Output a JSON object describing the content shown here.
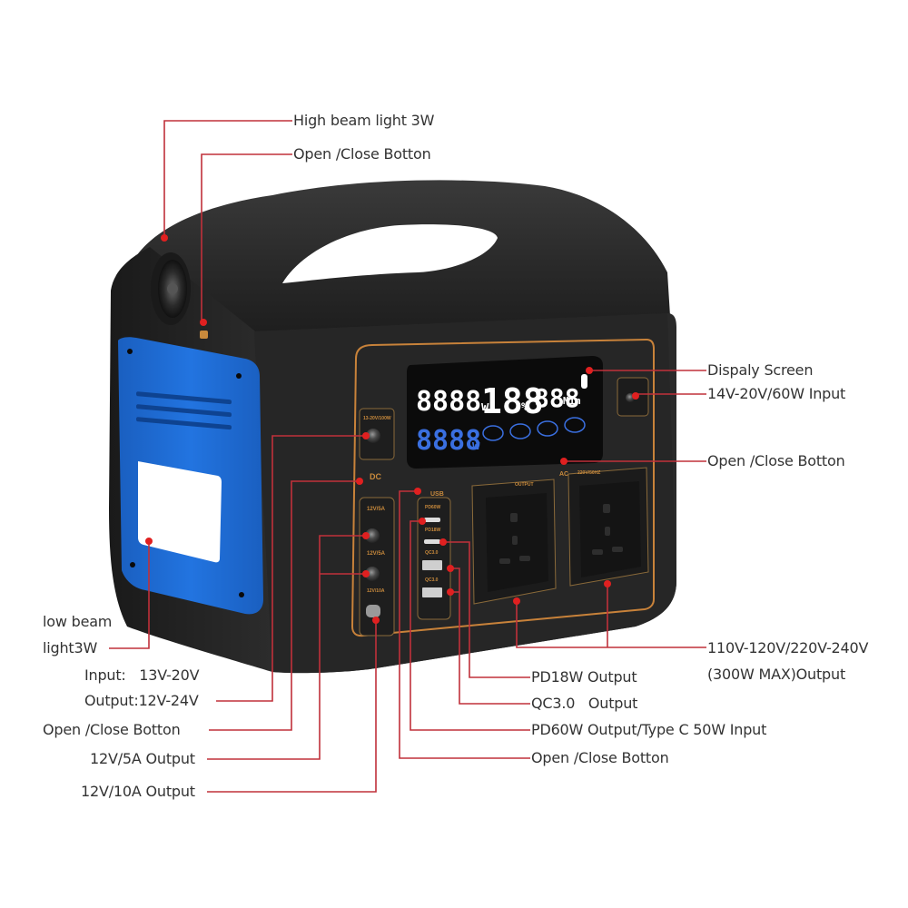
{
  "colors": {
    "body": "#2b2b2b",
    "body_dark": "#1f1f1f",
    "side_panel": "#1f6ed6",
    "trim": "#c8823a",
    "leader": "#c0303a",
    "dot": "#e02020",
    "lcd_white": "#ffffff",
    "lcd_blue": "#3a6fe0",
    "text": "#333333"
  },
  "display": {
    "power_out": "8888",
    "power_out_unit": "w",
    "battery": "188",
    "battery_unit": "%",
    "time": "888",
    "time_unit": "Min",
    "power_in": "8888",
    "power_in_unit": "w",
    "icons": [
      "DC",
      "USB",
      "AC",
      "light"
    ]
  },
  "panel_labels": {
    "dc_group": "DC",
    "usb_group": "USB",
    "ac_group": "AC",
    "ac_output": "OUTPUT",
    "ac_voltage": "220V/50HZ",
    "dc_in_top": "13-20V/100W",
    "dc_5a_1": "12V/5A",
    "dc_5a_2": "12V/5A",
    "dc_10a": "12V/10A",
    "pd60": "PD60W",
    "pd18": "PD18W",
    "qc1": "QC3.0",
    "qc2": "QC3.0"
  },
  "callouts": {
    "high_beam": "High beam light 3W",
    "top_button": "Open /Close Botton",
    "display_screen": "Dispaly Screen",
    "dc_input": "14V-20V/60W Input",
    "ac_button": "Open /Close Botton",
    "ac_output_line1": "110V-120V/220V-240V",
    "ac_output_line2": "(300W MAX)Output",
    "low_beam_line1": "low beam",
    "low_beam_line2": "light3W",
    "dc_io_line1": "Input:   13V-20V",
    "dc_io_line2": "Output:12V-24V",
    "dc_button": "Open /Close Botton",
    "dc_5a": "12V/5A Output",
    "dc_10a": "12V/10A Output",
    "pd18": "PD18W Output",
    "qc3": "QC3.0   Output",
    "pd60": "PD60W Output/Type C 50W Input",
    "usb_button": "Open /Close Botton"
  }
}
